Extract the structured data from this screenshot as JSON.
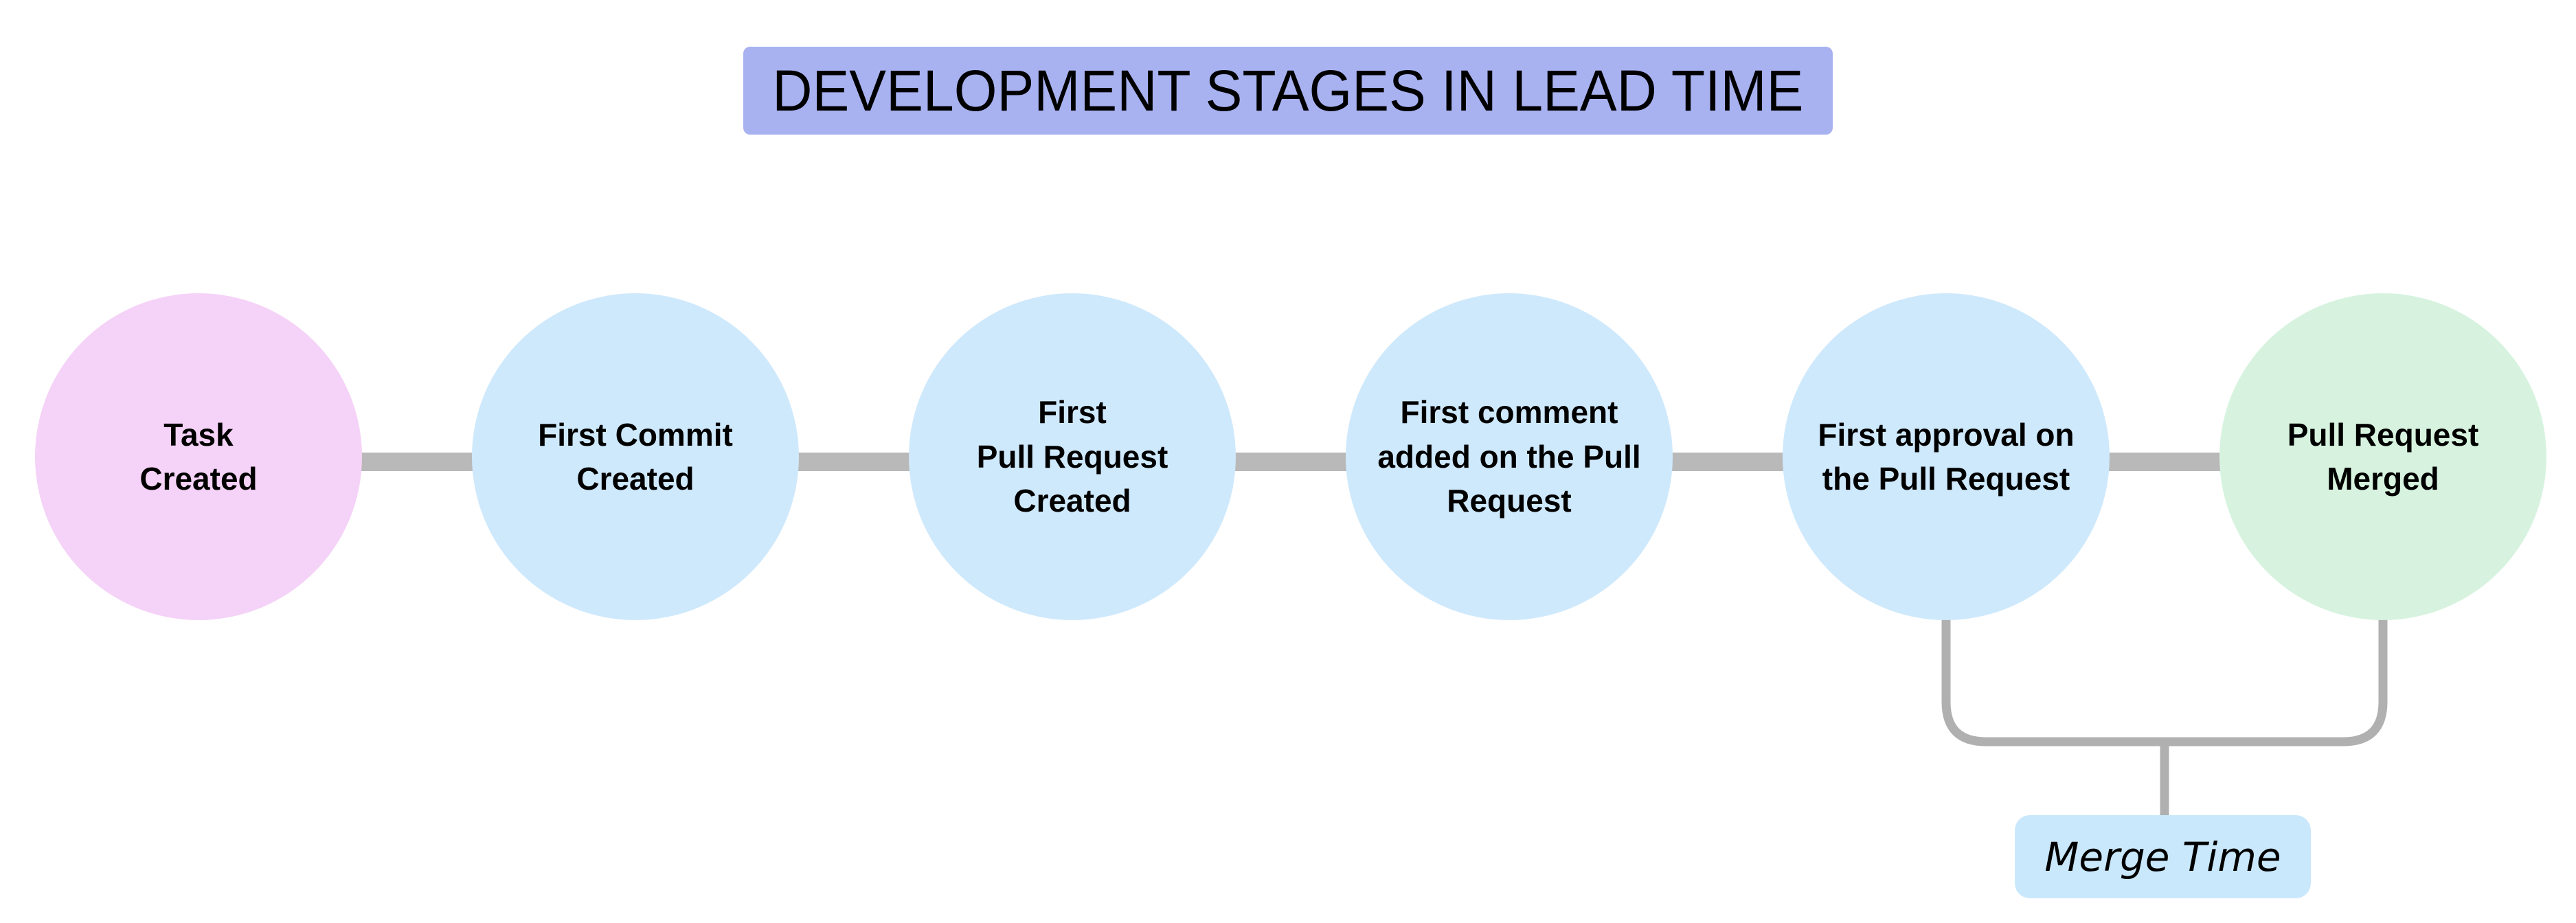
{
  "title": {
    "label": "DEVELOPMENT STAGES IN LEAD TIME"
  },
  "stages": [
    {
      "id": "task-created",
      "label": "Task\nCreated",
      "color": "#f5d2f7"
    },
    {
      "id": "first-commit-created",
      "label": "First Commit\nCreated",
      "color": "#cfe9fc"
    },
    {
      "id": "first-pull-request-created",
      "label": "First\nPull Request\nCreated",
      "color": "#cfe9fc"
    },
    {
      "id": "first-comment-added",
      "label": "First comment\nadded on the Pull\nRequest",
      "color": "#cfe9fc"
    },
    {
      "id": "first-approval",
      "label": "First approval on\nthe Pull Request",
      "color": "#cfe9fc"
    },
    {
      "id": "pull-request-merged",
      "label": "Pull Request\nMerged",
      "color": "#d7f3df"
    }
  ],
  "annotation": {
    "label": "Merge Time",
    "background": "#cae8fc"
  },
  "colors": {
    "title_background": "#a9b2f1",
    "connector": "#b9b9b9",
    "bracket": "#b0b0b0",
    "text": "#000000"
  }
}
